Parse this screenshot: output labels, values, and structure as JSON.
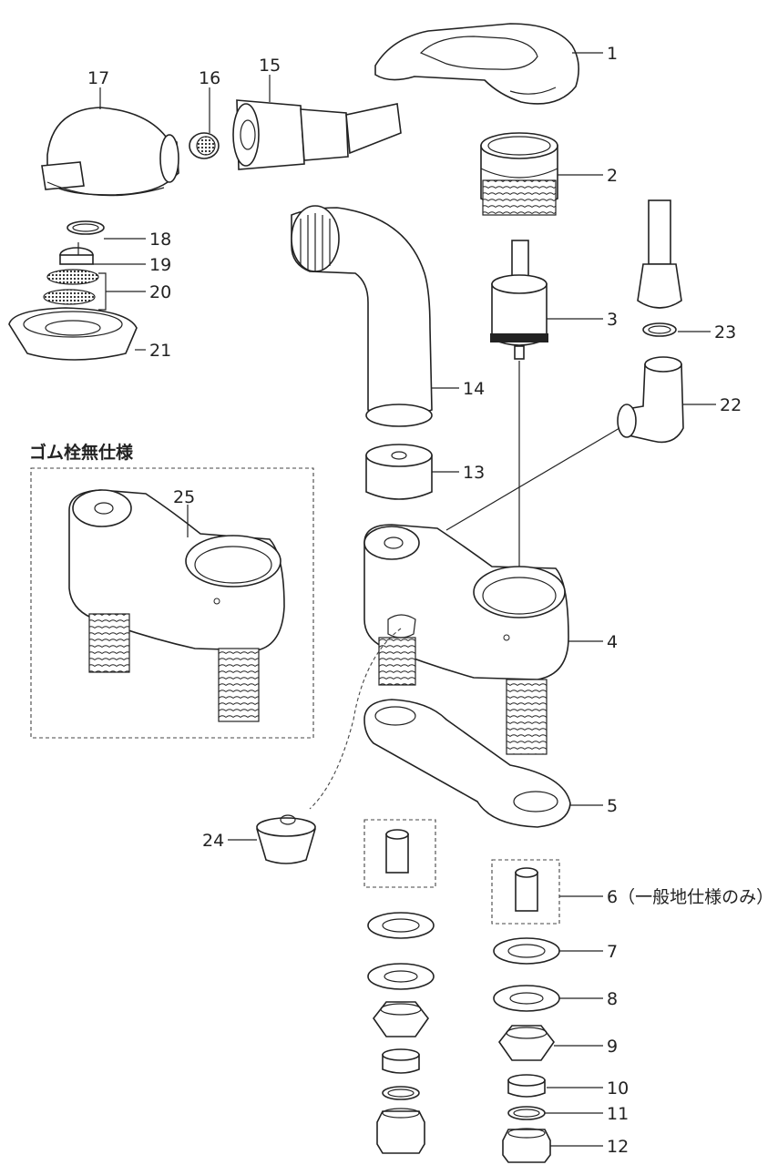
{
  "variant_title": "ゴム栓無仕様",
  "labels": {
    "p1": "1",
    "p2": "2",
    "p3": "3",
    "p4": "4",
    "p5": "5",
    "p6": "6（一般地仕様のみ）",
    "p7": "7",
    "p8": "8",
    "p9": "9",
    "p10": "10",
    "p11": "11",
    "p12": "12",
    "p13": "13",
    "p14": "14",
    "p15": "15",
    "p16": "16",
    "p17": "17",
    "p18": "18",
    "p19": "19",
    "p20": "20",
    "p21": "21",
    "p22": "22",
    "p23": "23",
    "p24": "24",
    "p25": "25"
  }
}
